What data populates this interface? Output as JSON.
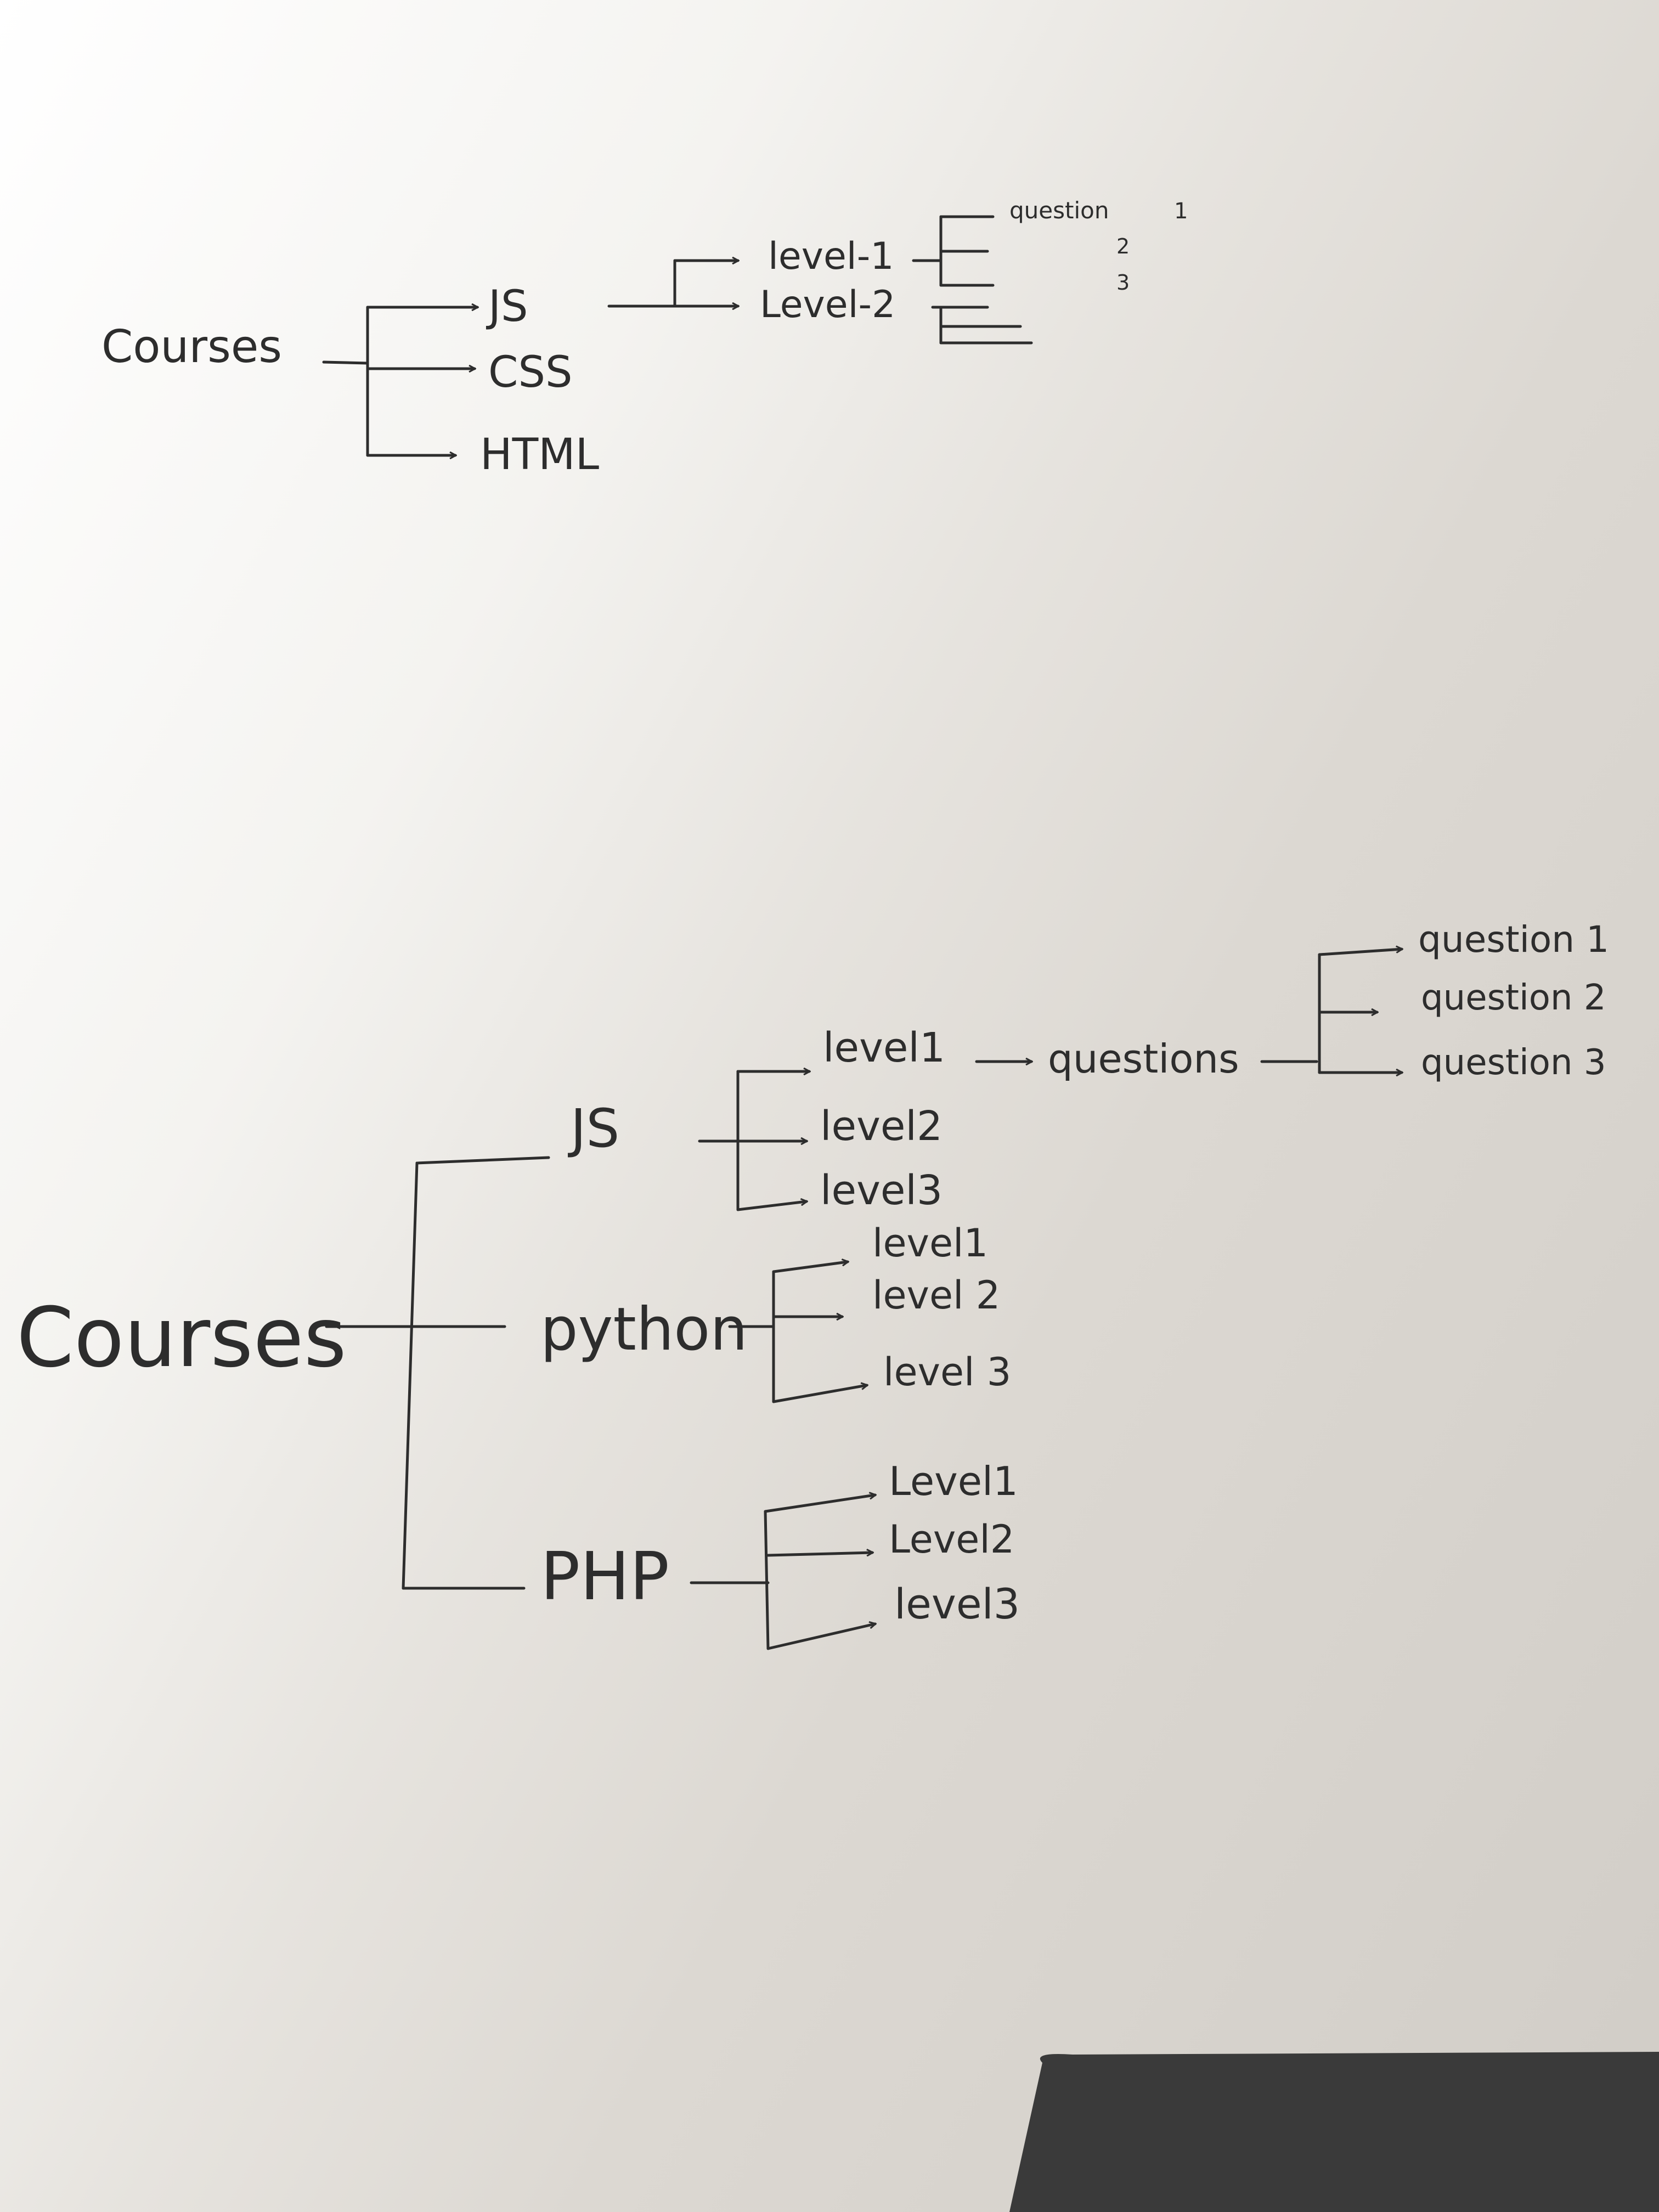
{
  "paper": {
    "background": "#e9e6e1",
    "ink": "#2d2d2d"
  },
  "diagram_top": {
    "root": "Courses",
    "branches": [
      "JS",
      "CSS",
      "HTML"
    ],
    "js_levels": [
      "level-1",
      "Level-2"
    ],
    "level1_label": "question",
    "level1_marks": [
      "1",
      "2",
      "3"
    ]
  },
  "diagram_bottom": {
    "root": "Courses",
    "branches": [
      {
        "name": "JS",
        "levels": [
          "level1",
          "level2",
          "level3"
        ]
      },
      {
        "name": "python",
        "levels": [
          "level1",
          "level 2",
          "level 3"
        ]
      },
      {
        "name": "PHP",
        "levels": [
          "Level1",
          "Level2",
          "level3"
        ]
      }
    ],
    "questions_label": "questions",
    "questions": [
      "question 1",
      "question 2",
      "question 3"
    ]
  }
}
